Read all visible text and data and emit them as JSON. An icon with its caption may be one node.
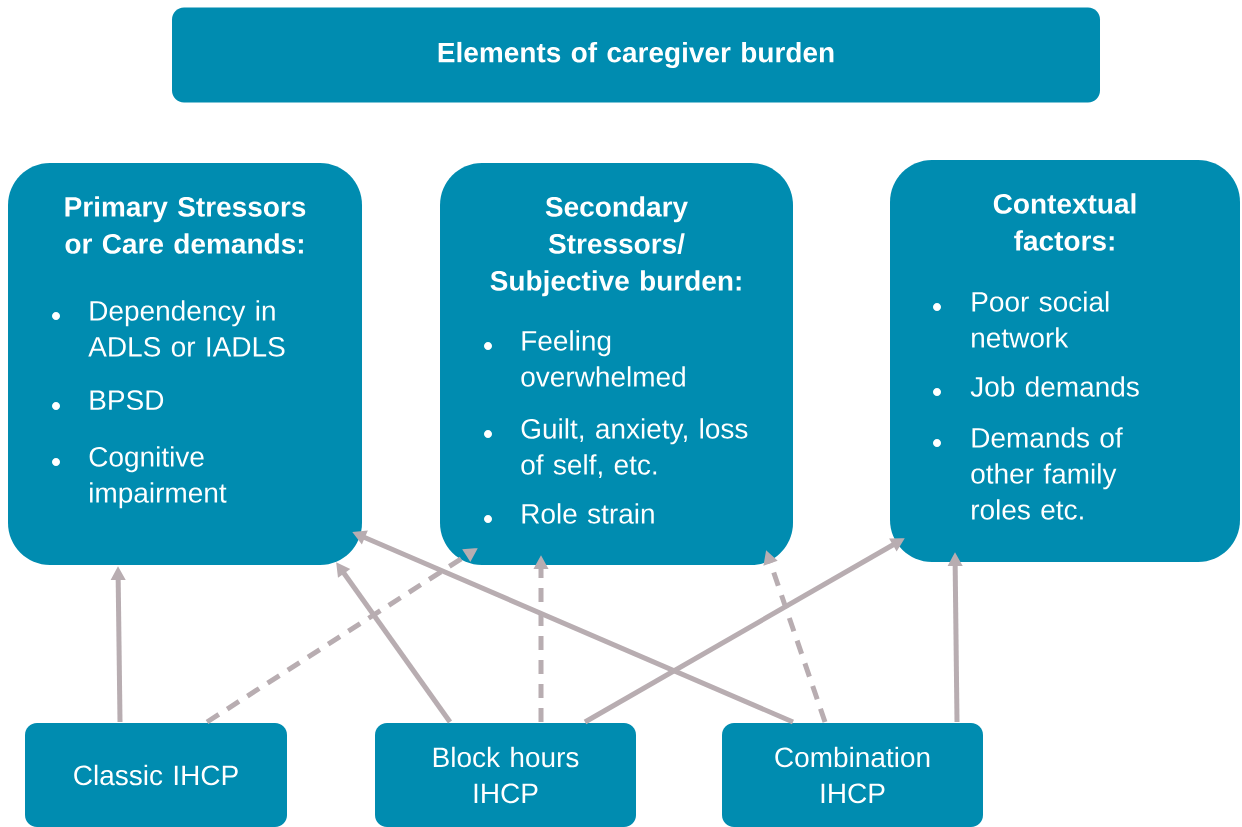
{
  "diagram": {
    "nodes": [
      {
        "text": [
          "Elements of caregiver burden"
        ]
      },
      {
        "text": [
          "Primary Stressors or Care demands:",
          "Dependency in ADLS or IADLS",
          "BPSD",
          "Cognitive impairment"
        ]
      },
      {
        "text": [
          "Secondary Stressors/ Subjective burden:",
          "Feeling overwhelmed",
          "Guilt, anxiety, loss of self, etc.",
          "Role strain"
        ]
      },
      {
        "text": [
          "Contextual factors:",
          "Poor social network",
          "Job demands",
          "Demands of other family roles etc."
        ]
      },
      {
        "text": [
          "Classic IHCP"
        ]
      },
      {
        "text": [
          "Block hours IHCP"
        ]
      },
      {
        "text": [
          "Combination IHCP"
        ]
      }
    ],
    "edges": [
      {
        "from": 4,
        "to": 1,
        "arrow": "to"
      },
      {
        "from": 4,
        "to": 2,
        "arrow": "to",
        "style": "dashed"
      },
      {
        "from": 5,
        "to": 1,
        "arrow": "to"
      },
      {
        "from": 5,
        "to": 2,
        "arrow": "to",
        "style": "dashed"
      },
      {
        "from": 5,
        "to": 3,
        "arrow": "to"
      },
      {
        "from": 6,
        "to": 1,
        "arrow": "to"
      },
      {
        "from": 6,
        "to": 2,
        "arrow": "to",
        "style": "dashed"
      },
      {
        "from": 6,
        "to": 3,
        "arrow": "to"
      }
    ]
  }
}
